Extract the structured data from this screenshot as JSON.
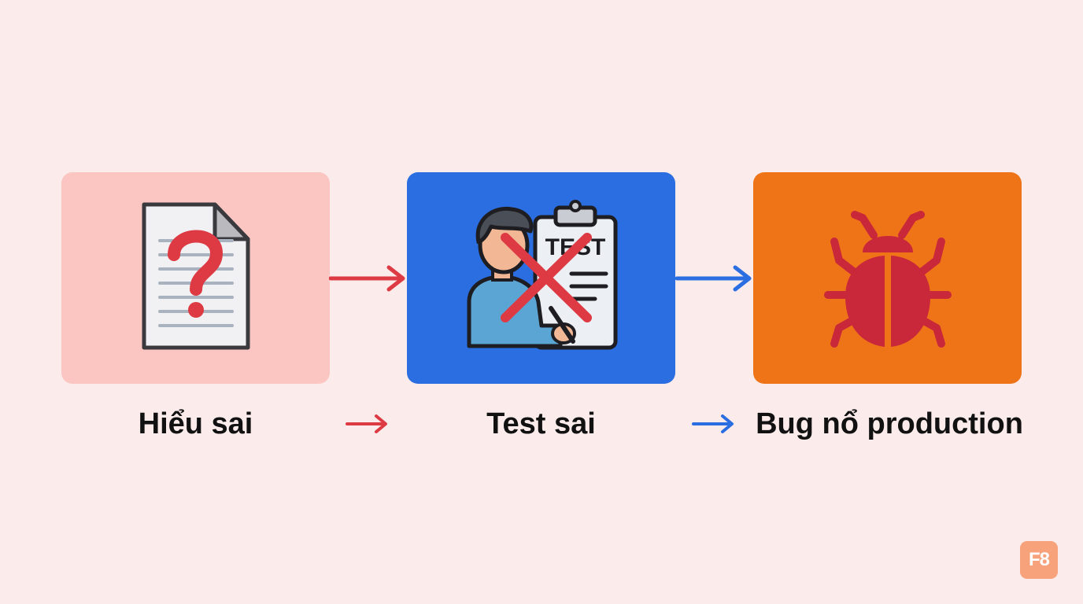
{
  "colors": {
    "background": "#fbeceb",
    "box_misunderstand": "#fbc5c1",
    "box_wrong_test": "#2b6ee2",
    "box_bug": "#ef7418",
    "red_accent": "#de3a43",
    "blue_accent": "#2b6ee2",
    "bug_red": "#c8283a",
    "logo": "#f8a27c"
  },
  "steps": [
    {
      "label": "Hiểu sai",
      "icon": "question-document-icon"
    },
    {
      "label": "Test sai",
      "icon": "tester-crossed-out-icon",
      "clipboard_text": "TEST"
    },
    {
      "label": "Bug nổ production",
      "icon": "bug-icon"
    }
  ],
  "arrows": [
    {
      "icon": "arrow-right-icon",
      "color": "red"
    },
    {
      "icon": "arrow-right-icon",
      "color": "blue"
    }
  ],
  "logo": {
    "text": "F8"
  }
}
